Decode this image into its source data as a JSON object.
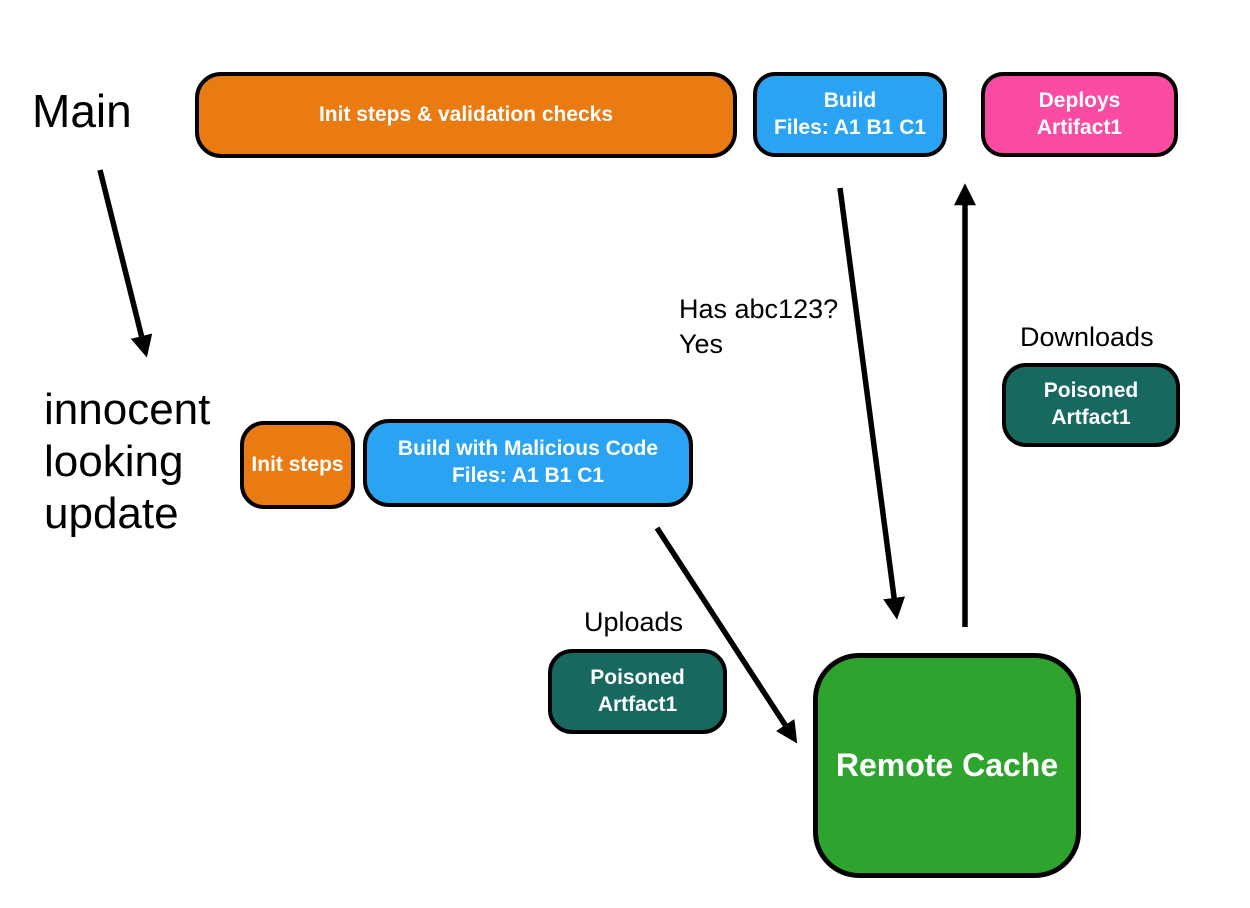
{
  "diagram": {
    "background": "#FFFFFF",
    "branch_labels": {
      "main": "Main",
      "innocent_update": "innocent\nlooking\nupdate"
    },
    "annotations": {
      "has_hash": "Has abc123?\nYes",
      "downloads": "Downloads",
      "uploads": "Uploads"
    },
    "nodes": {
      "init_validation": {
        "label": "Init steps & validation checks",
        "fill": "#EA7A12"
      },
      "build_main": {
        "line1": "Build",
        "line2": "Files: A1 B1 C1",
        "fill": "#2AA3F2"
      },
      "deploys_artifact": {
        "line1": "Deploys",
        "line2": "Artifact1",
        "fill": "#FA4BA3"
      },
      "init_steps": {
        "label": "Init steps",
        "fill": "#EA7A12"
      },
      "build_malicious": {
        "line1": "Build with Malicious Code",
        "line2": "Files: A1 B1 C1",
        "fill": "#2AA3F2"
      },
      "poisoned_artifact_download": {
        "line1": "Poisoned",
        "line2": "Artfact1",
        "fill": "#17695F"
      },
      "poisoned_artifact_upload": {
        "line1": "Poisoned",
        "line2": "Artfact1",
        "fill": "#17695F"
      },
      "remote_cache": {
        "label": "Remote Cache",
        "fill": "#2EA42E"
      }
    },
    "arrows": [
      {
        "name": "main-to-innocent-update",
        "from": "Main",
        "to": "innocent looking update"
      },
      {
        "name": "build-to-remote-cache",
        "from": "Build",
        "to": "Remote Cache"
      },
      {
        "name": "remote-cache-to-deploys",
        "from": "Remote Cache",
        "to": "Deploys Artifact1"
      },
      {
        "name": "malicious-build-to-remote-cache",
        "from": "Build with Malicious Code",
        "to": "Remote Cache"
      }
    ],
    "colors": {
      "node_border": "#000000",
      "arrow": "#000000",
      "node_text": "#FFFFFF",
      "label_text": "#000000"
    }
  }
}
